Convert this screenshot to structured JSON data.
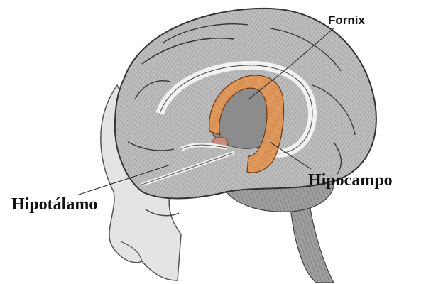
{
  "diagram": {
    "subject": "Brain sagittal view with limbic structures",
    "labels": [
      {
        "id": "fornix",
        "text": "Fornix"
      },
      {
        "id": "hipocampo",
        "text": "Hipocampo"
      },
      {
        "id": "hipotalamo",
        "text": "Hipotálamo"
      }
    ],
    "colors": {
      "brain_gray": "#a9a9a9",
      "brain_light": "#d6d6d6",
      "outline": "#3a3a3a",
      "fornix_hippocampus": "#d98a4e",
      "hypothalamus": "#c98a80",
      "background": "#ffffff"
    }
  }
}
